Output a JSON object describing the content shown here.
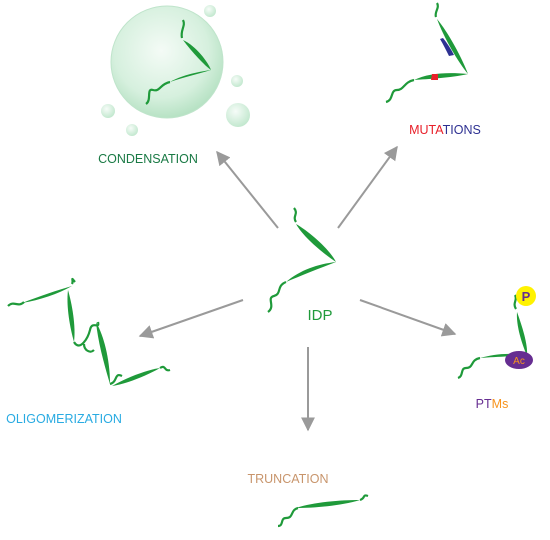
{
  "colors": {
    "protein": "#1f9a3a",
    "arrow": "#9a9a9a",
    "condensation": "#1a7a45",
    "mutation_red": "#e8202a",
    "mutation_blue": "#2e3192",
    "oligomerization": "#29abe2",
    "truncation": "#c8956c",
    "ptm_purple": "#662d91",
    "ptm_orange": "#f7941d",
    "phospho_circle": "#fff200",
    "acetyl_ellipse": "#662d91",
    "droplet_fill": "#d9f2e2"
  },
  "center": {
    "label": "IDP"
  },
  "condensation": {
    "label": "CONDENSATION"
  },
  "mutations": {
    "label_red": "MUTA",
    "label_blue": "TIONS"
  },
  "oligomerization": {
    "label": "OLIGOMERIZATION"
  },
  "truncation": {
    "label": "TRUNCATION"
  },
  "ptms": {
    "label_purple": "PT",
    "label_orange": "Ms",
    "phospho_text": "P",
    "acetyl_text": "Ac"
  }
}
